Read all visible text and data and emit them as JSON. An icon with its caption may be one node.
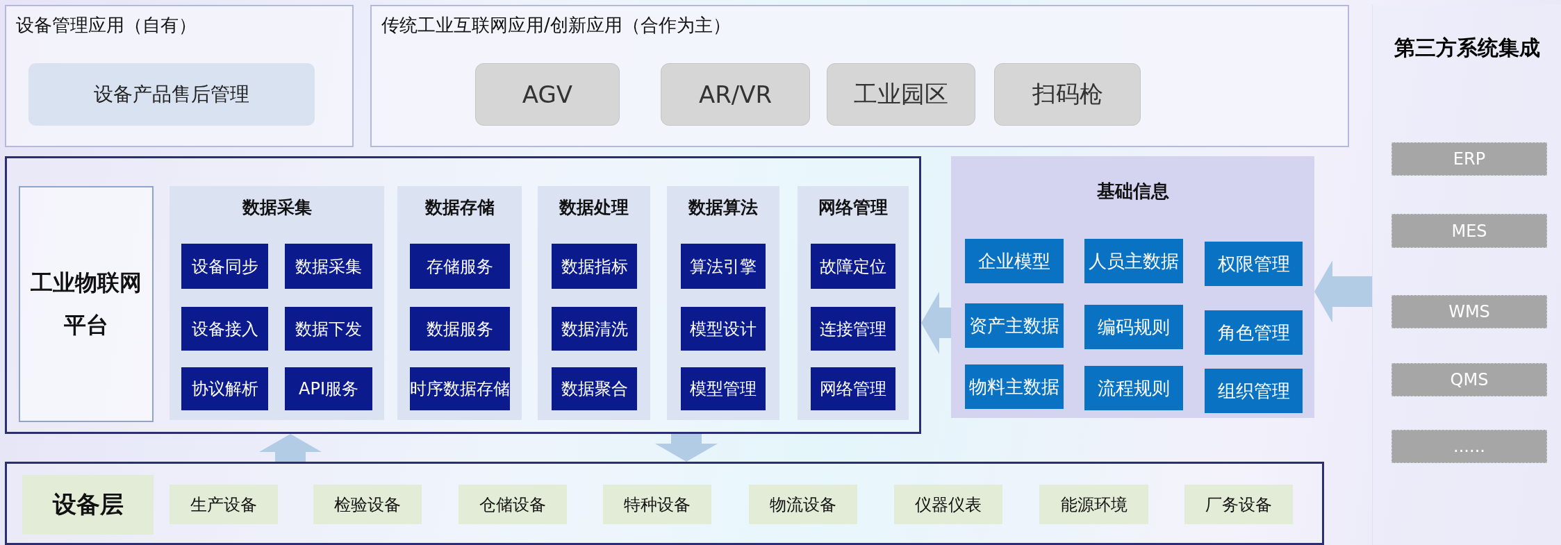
{
  "diagram": {
    "nodes": [
      {
        "text": [
          "设备管理应用（自有）"
        ]
      },
      {
        "text": [
          "设备产品售后管理"
        ],
        "in": 0
      },
      {
        "text": [
          "传统工业互联网应用/创新应用（合作为主）"
        ]
      },
      {
        "text": [
          "AGV"
        ],
        "in": 2
      },
      {
        "text": [
          "AR/VR"
        ],
        "in": 2
      },
      {
        "text": [
          "工业园区"
        ],
        "in": 2
      },
      {
        "text": [
          "扫码枪"
        ],
        "in": 2
      },
      {
        "text": [],
        "shape": "box"
      },
      {
        "text": [
          "工业物联网平台"
        ],
        "in": 7
      },
      {
        "text": [
          "数据采集"
        ],
        "in": 7
      },
      {
        "text": [
          "设备同步"
        ],
        "in": 9
      },
      {
        "text": [
          "数据采集"
        ],
        "in": 9
      },
      {
        "text": [
          "设备接入"
        ],
        "in": 9
      },
      {
        "text": [
          "数据下发"
        ],
        "in": 9
      },
      {
        "text": [
          "协议解析"
        ],
        "in": 9
      },
      {
        "text": [
          "API服务"
        ],
        "in": 9
      },
      {
        "text": [
          "数据存储"
        ],
        "in": 7
      },
      {
        "text": [
          "存储服务"
        ],
        "in": 16
      },
      {
        "text": [
          "数据服务"
        ],
        "in": 16
      },
      {
        "text": [
          "时序数据存储"
        ],
        "in": 16
      },
      {
        "text": [
          "数据处理"
        ],
        "in": 7
      },
      {
        "text": [
          "数据指标"
        ],
        "in": 20
      },
      {
        "text": [
          "数据清洗"
        ],
        "in": 20
      },
      {
        "text": [
          "数据聚合"
        ],
        "in": 20
      },
      {
        "text": [
          "数据算法"
        ],
        "in": 7
      },
      {
        "text": [
          "算法引擎"
        ],
        "in": 24
      },
      {
        "text": [
          "模型设计"
        ],
        "in": 24
      },
      {
        "text": [
          "模型管理"
        ],
        "in": 24
      },
      {
        "text": [
          "网络管理"
        ],
        "in": 7
      },
      {
        "text": [
          "故障定位"
        ],
        "in": 28
      },
      {
        "text": [
          "连接管理"
        ],
        "in": 28
      },
      {
        "text": [
          "网络管理"
        ],
        "in": 28
      },
      {
        "text": [
          "基础信息"
        ]
      },
      {
        "text": [
          "企业模型"
        ],
        "in": 32
      },
      {
        "text": [
          "人员主数据"
        ],
        "in": 32
      },
      {
        "text": [
          "权限管理"
        ],
        "in": 32
      },
      {
        "text": [
          "资产主数据"
        ],
        "in": 32
      },
      {
        "text": [
          "编码规则"
        ],
        "in": 32
      },
      {
        "text": [
          "角色管理"
        ],
        "in": 32
      },
      {
        "text": [
          "物料主数据"
        ],
        "in": 32
      },
      {
        "text": [
          "流程规则"
        ],
        "in": 32
      },
      {
        "text": [
          "组织管理"
        ],
        "in": 32
      },
      {
        "text": [
          "第三方系统集成"
        ]
      },
      {
        "text": [
          "ERP"
        ],
        "in": 42
      },
      {
        "text": [
          "MES"
        ],
        "in": 42
      },
      {
        "text": [
          "WMS"
        ],
        "in": 42
      },
      {
        "text": [
          "QMS"
        ],
        "in": 42
      },
      {
        "text": [
          "......"
        ],
        "in": 42
      },
      {
        "text": [],
        "shape": "box"
      },
      {
        "text": [
          "设备层"
        ],
        "in": 48
      },
      {
        "text": [
          "生产设备"
        ],
        "in": 48
      },
      {
        "text": [
          "检验设备"
        ],
        "in": 48
      },
      {
        "text": [
          "仓储设备"
        ],
        "in": 48
      },
      {
        "text": [
          "特种设备"
        ],
        "in": 48
      },
      {
        "text": [
          "物流设备"
        ],
        "in": 48
      },
      {
        "text": [
          "仪器仪表"
        ],
        "in": 48
      },
      {
        "text": [
          "能源环境"
        ],
        "in": 48
      },
      {
        "text": [
          "厂务设备"
        ],
        "in": 48
      }
    ],
    "edges": [
      {
        "from": 48,
        "to": 7,
        "arrow": "to"
      },
      {
        "from": 7,
        "to": 48,
        "arrow": "to"
      },
      {
        "from": 32,
        "to": 7,
        "arrow": "to"
      },
      {
        "from": 42,
        "to": 32,
        "arrow": "to"
      }
    ]
  }
}
